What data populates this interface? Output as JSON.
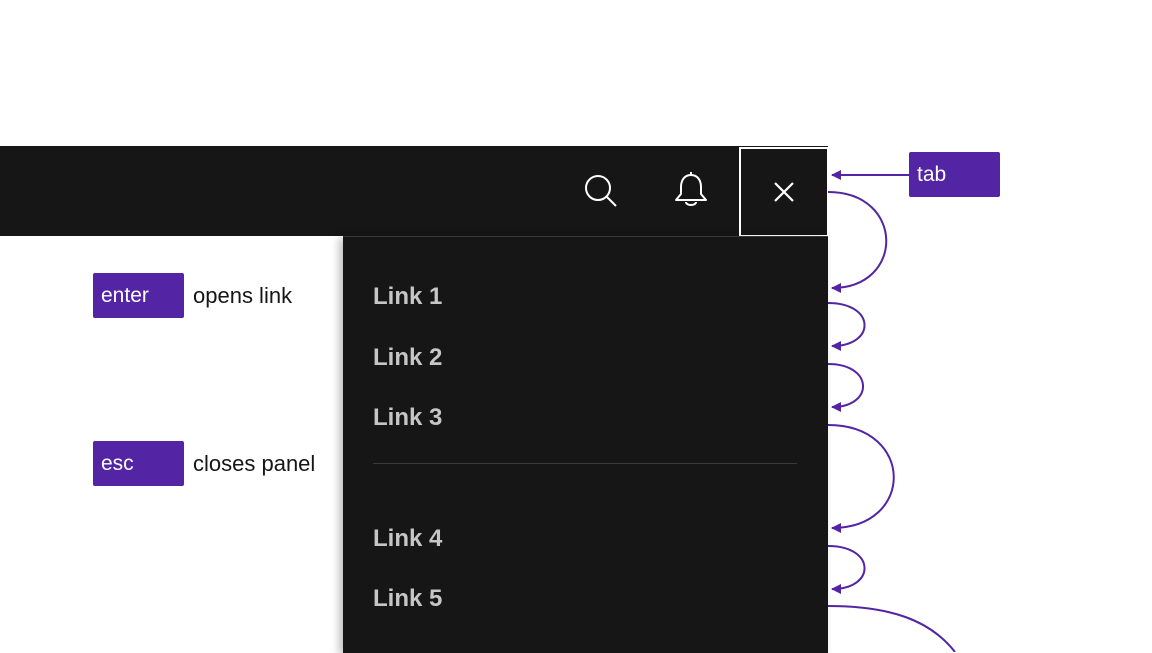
{
  "header": {
    "icons": [
      "search-icon",
      "notification-bell-icon",
      "close-icon"
    ]
  },
  "panel": {
    "links": [
      {
        "label": "Link 1"
      },
      {
        "label": "Link 2"
      },
      {
        "label": "Link 3"
      },
      {
        "label": "Link 4"
      },
      {
        "label": "Link 5"
      }
    ]
  },
  "annotations": {
    "tab_key": "tab",
    "enter_key": "enter",
    "enter_desc": "opens link",
    "esc_key": "esc",
    "esc_desc": "closes panel"
  },
  "colors": {
    "header_bg": "#161616",
    "panel_bg": "#161616",
    "link_text": "#c6c6c6",
    "annotation_purple": "#5324a3",
    "focus_border": "#ffffff"
  }
}
